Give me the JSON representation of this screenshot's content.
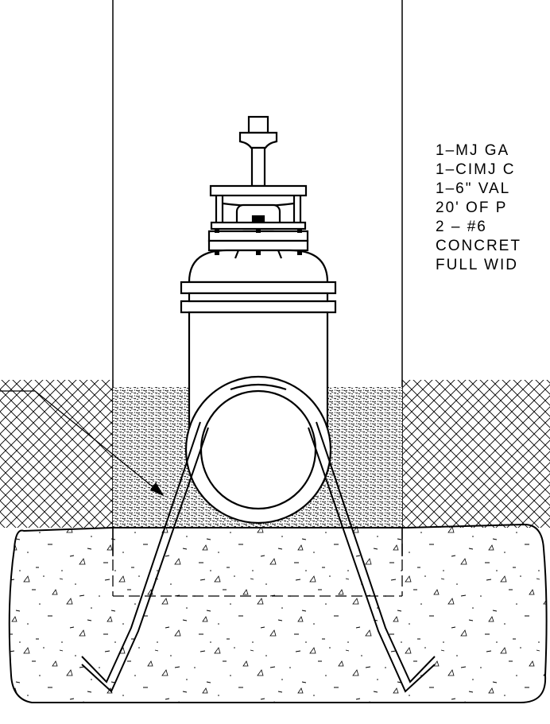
{
  "notes": [
    "1–MJ GA",
    "1–CIMJ C",
    "1–6\" VAL",
    "20' OF P",
    "2 – #6",
    "CONCRET",
    "FULL WID"
  ]
}
